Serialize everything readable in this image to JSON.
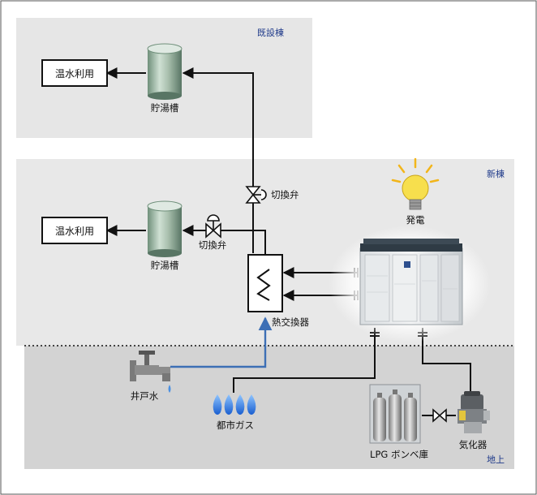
{
  "zones": {
    "existing": "既設棟",
    "new": "新棟",
    "ground": "地上"
  },
  "labels": {
    "hot_water_use_top": "温水利用",
    "hot_water_use_mid": "温水利用",
    "storage_tank_top": "貯湯槽",
    "storage_tank_mid": "貯湯槽",
    "switch_valve_top": "切換弁",
    "switch_valve_mid": "切換弁",
    "heat_exchanger": "熱交換器",
    "power_generation": "発電",
    "well_water": "井戸水",
    "city_gas": "都市ガス",
    "lpg_storage": "LPG ボンベ庫",
    "vaporizer": "気化器"
  },
  "colors": {
    "existing_bg": "#e6e6e6",
    "new_bg": "#e8e8e8",
    "ground_bg": "#d3d3d3",
    "pipe": "#111111",
    "water_line": "#3d6fb5",
    "zone_text": "#1f3a8a",
    "gas_flame": "#2a7de1",
    "bulb": "#f2d23a"
  },
  "icons": {
    "tank": "storage-tank-icon",
    "valve": "valve-icon",
    "bulb": "light-bulb-icon",
    "faucet": "faucet-icon",
    "flame": "gas-flame-icon",
    "cylinder": "gas-cylinder-icon",
    "fuel_cell": "power-unit-icon"
  }
}
